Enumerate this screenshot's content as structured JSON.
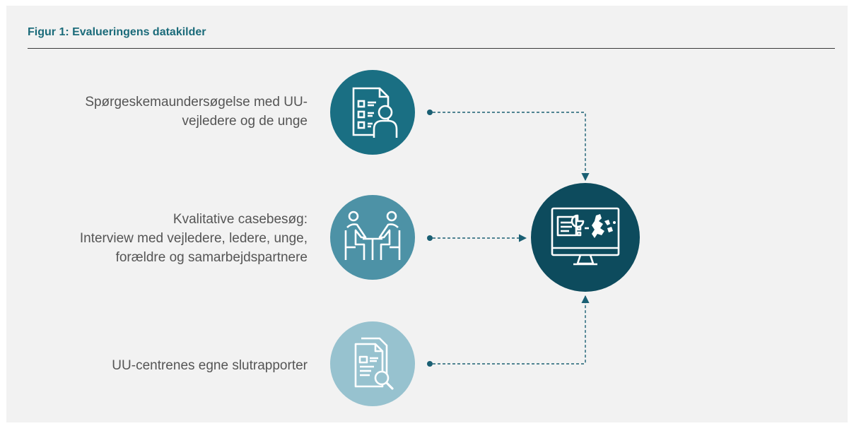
{
  "figure": {
    "title": "Figur 1: Evalueringens datakilder"
  },
  "sources": [
    {
      "lines": [
        "Spørgeskemaundersøgelse med UU-",
        "vejledere og de unge"
      ],
      "icon": "survey-person-icon",
      "color": "#1a6f83"
    },
    {
      "lines": [
        "Kvalitative casebesøg:",
        "Interview med vejledere, ledere, unge,",
        "forældre og samarbejdspartnere"
      ],
      "icon": "interview-meeting-icon",
      "color": "#4d92a6"
    },
    {
      "lines": [
        "UU-centrenes egne slutrapporter"
      ],
      "icon": "report-search-icon",
      "color": "#97c2cf"
    }
  ],
  "target": {
    "icon": "monitor-analysis-icon",
    "color": "#0d4b5d"
  },
  "connector_color": "#1a5f73"
}
